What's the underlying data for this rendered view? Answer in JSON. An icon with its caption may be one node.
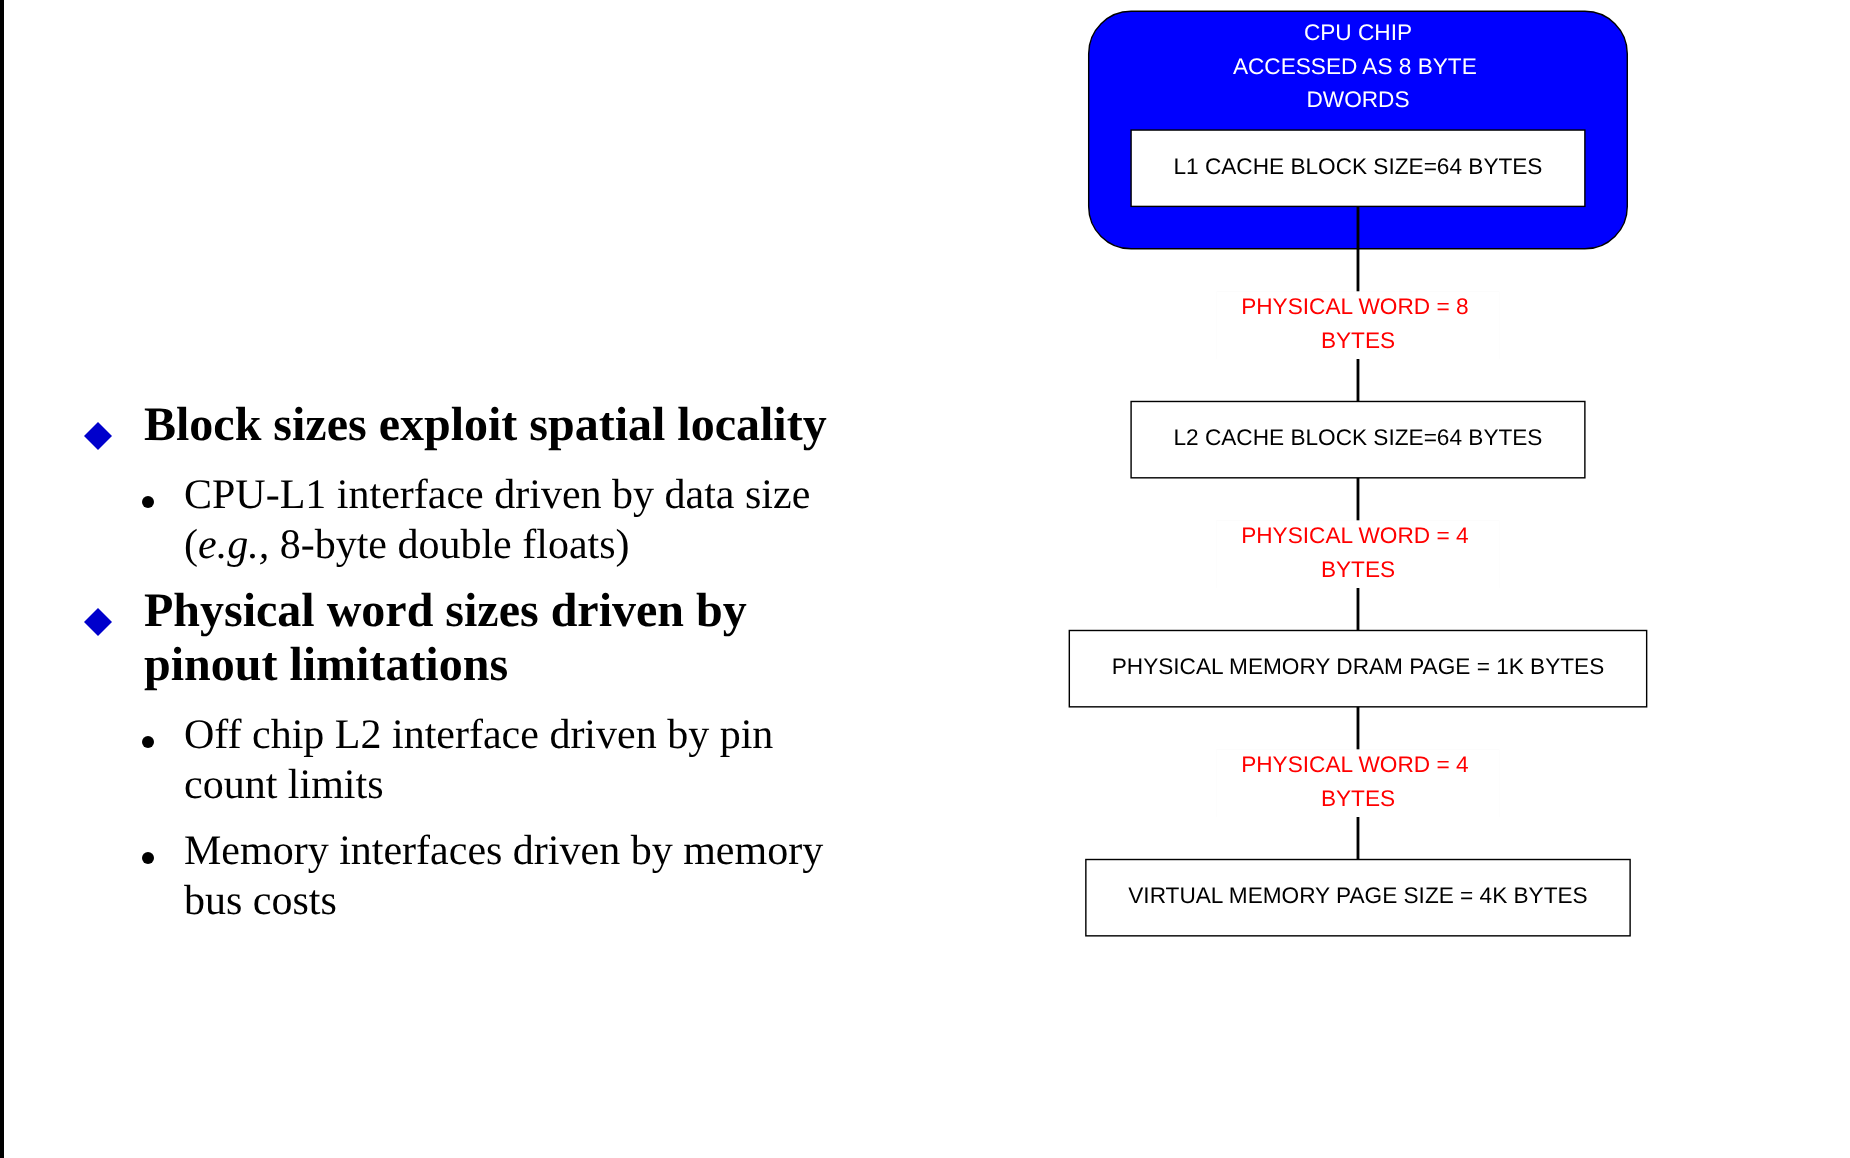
{
  "diagram": {
    "nodes": [
      {
        "text": [
          "CPU CHIP",
          "ACCESSED AS 8 BYTE DWORDS"
        ]
      },
      {
        "text": [
          "L1 CACHE BLOCK SIZE=64 BYTES"
        ],
        "in": 0
      },
      {
        "text": [
          "L2 CACHE BLOCK SIZE=64 BYTES"
        ]
      },
      {
        "text": [
          "PHYSICAL MEMORY DRAM PAGE = 1K BYTES"
        ]
      },
      {
        "text": [
          "VIRTUAL MEMORY PAGE SIZE = 4K BYTES"
        ]
      }
    ],
    "edges": [
      {
        "from": 1,
        "to": 2,
        "arrow": "none",
        "label": "PHYSICAL WORD = 8 BYTES"
      },
      {
        "from": 2,
        "to": 3,
        "arrow": "none",
        "label": "PHYSICAL WORD = 4 BYTES"
      },
      {
        "from": 3,
        "to": 4,
        "arrow": "none",
        "label": "PHYSICAL WORD = 4 BYTES"
      }
    ],
    "labels": [
      "Block sizes exploit spatial locality",
      "CPU-L1 interface driven by data size (*e.g.,* 8-byte double floats)",
      "Physical word sizes driven by pinout limitations",
      "Off chip L2 interface driven by pin count limits",
      "Memory interfaces driven by memory bus costs"
    ]
  }
}
